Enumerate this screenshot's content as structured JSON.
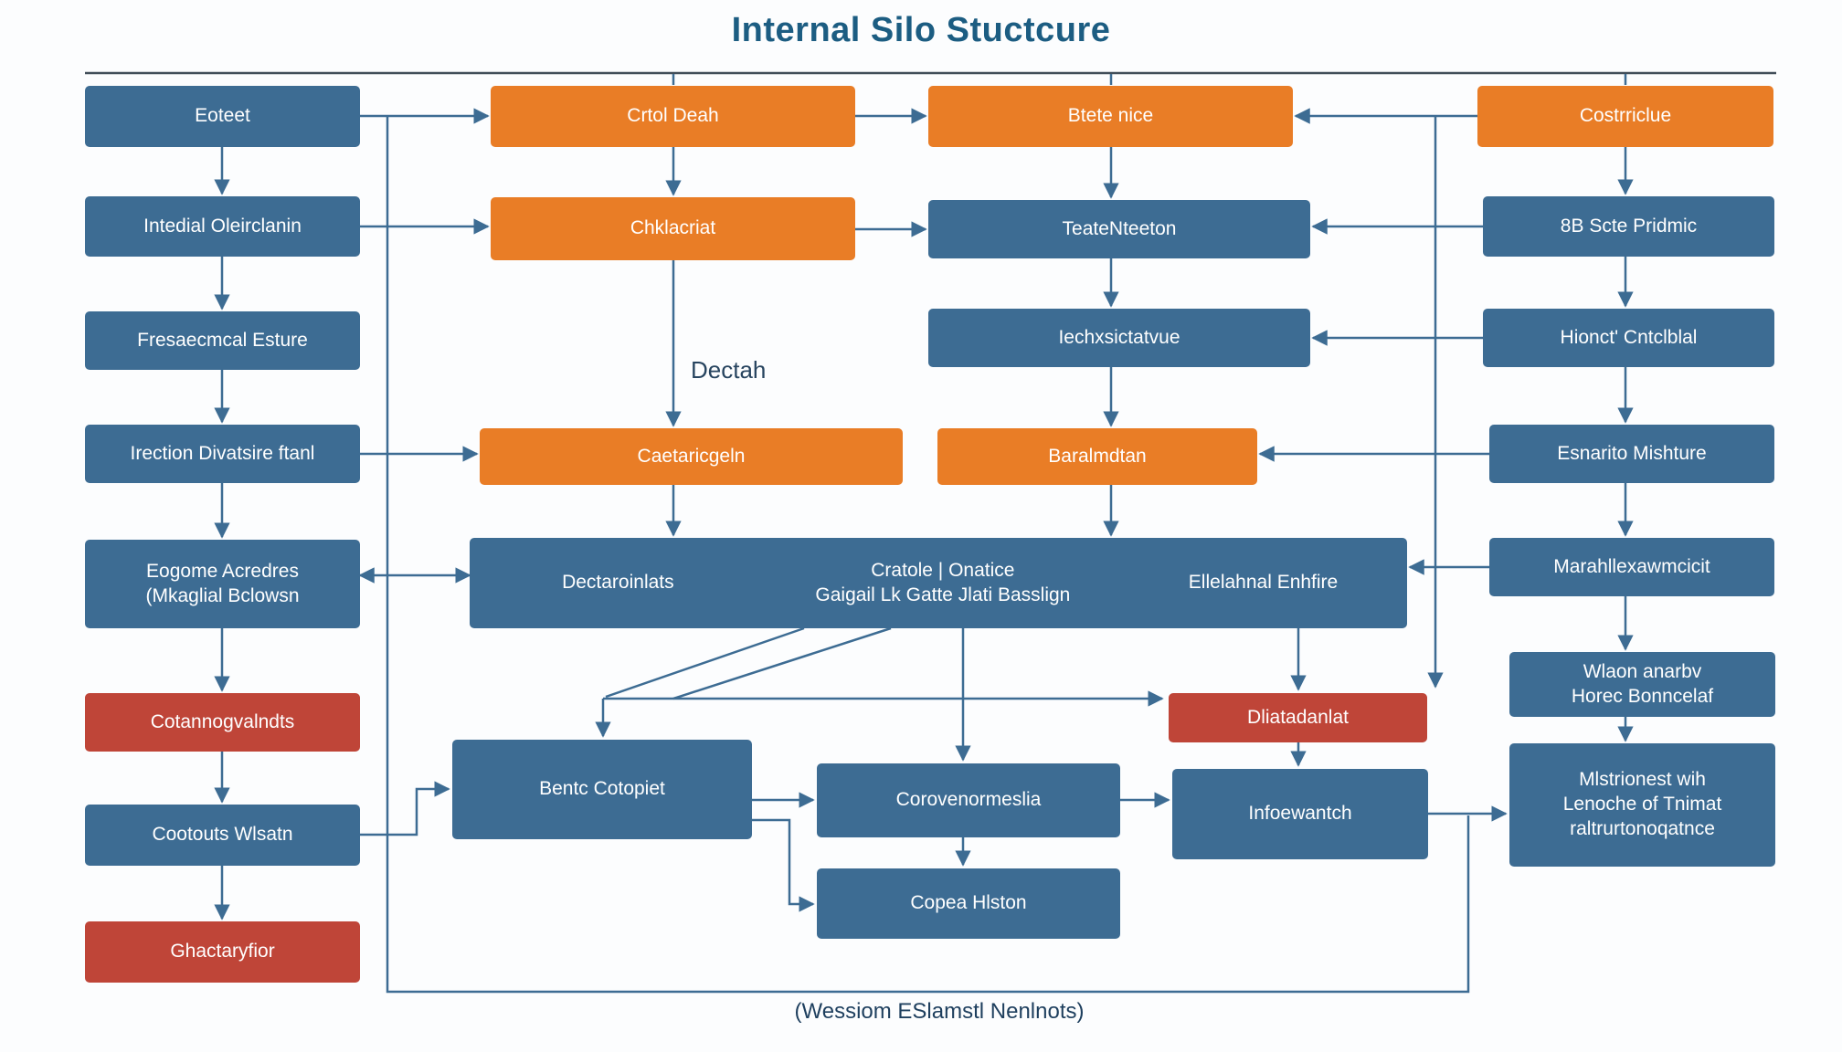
{
  "title": "Internal Silo Stuctcure",
  "caption": "(Wessiom ESlamstl Nenlnots)",
  "floating_label": "Dectah",
  "colors": {
    "blue": "#3d6c93",
    "orange": "#e97d26",
    "red": "#bf4538",
    "arrow": "#3d6c93",
    "rule": "#414e59",
    "title": "#1c5d82",
    "background": "#fcfdfe"
  },
  "nodes": {
    "eoteet": "Eoteet",
    "intedial_oleirclanin": "Intedial Oleirclanin",
    "fresaecmcal_esture": "Fresaecmcal Esture",
    "irection_divatsire_ftanl": "Irection Divatsire ftanl",
    "eogome_acredres": "Eogome Acredres\n(Mkaglial Bclowsn",
    "cotannogvalndts": "Cotannogvalndts",
    "cootouts_wlsatn": "Cootouts Wlsatn",
    "ghactaryfior": "Ghactaryfior",
    "crtol_deah": "Crtol Deah",
    "chklacriat": "Chklacriat",
    "caetaricgeln": "Caetaricgeln",
    "btete_nice": "Btete nice",
    "teatenteeton": "TeateNteeton",
    "iechxsictatvue": "Iechxsictatvue",
    "baralmdtan": "Baralmdtan",
    "big_left": "Dectaroinlats",
    "big_center": "Cratole | Onatice\nGaigail Lk Gatte Jlati Basslign",
    "big_right": "Ellelahnal Enhfire",
    "costrriclue": "Costrriclue",
    "scte_pridmic": "8B Scte Pridmic",
    "hionct_cntclblal": "Hionct' Cntclblal",
    "esnarito_mishture": "Esnarito Mishture",
    "marahllexawmcicit": "Marahllexawmcicit",
    "wlaon_anarbv": "Wlaon anarbv\nHorec Bonncelaf",
    "mlstrionest": "Mlstrionest wih\nLenoche of Tnimat\nraltrurtonoqatnce",
    "bentc_cotopiet": "Bentc Cotopiet",
    "corovenormeslia": "Corovenormeslia",
    "copea_hlston": "Copea Hlston",
    "dliatadanlat": "Dliatadanlat",
    "infoewantch": "Infoewantch"
  }
}
